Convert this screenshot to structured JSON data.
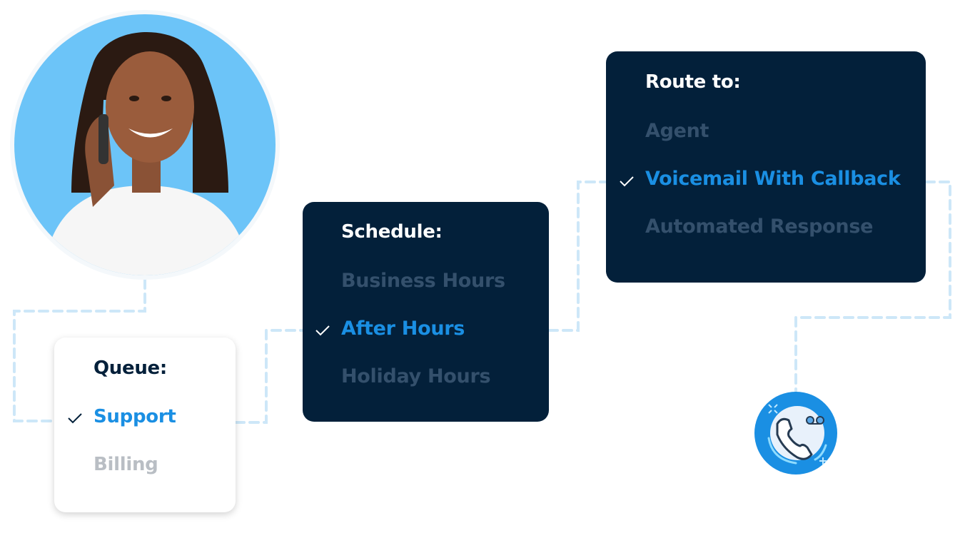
{
  "queue": {
    "title": "Queue:",
    "items": [
      {
        "label": "Support",
        "selected": true
      },
      {
        "label": "Billing",
        "selected": false
      }
    ]
  },
  "schedule": {
    "title": "Schedule:",
    "items": [
      {
        "label": "Business Hours",
        "selected": false
      },
      {
        "label": "After Hours",
        "selected": true
      },
      {
        "label": "Holiday Hours",
        "selected": false
      }
    ]
  },
  "route": {
    "title": "Route to:",
    "items": [
      {
        "label": "Agent",
        "selected": false
      },
      {
        "label": "Voicemail With Callback",
        "selected": true
      },
      {
        "label": "Automated Response",
        "selected": false
      }
    ]
  },
  "icons": {
    "caller": "person-on-phone-photo",
    "end": "voicemail-phone-icon",
    "check": "checkmark-icon"
  },
  "colors": {
    "navy": "#03203a",
    "accent": "#1a8fe3",
    "photo_bg": "#6cc4f8",
    "connector": "#cde7f8"
  }
}
